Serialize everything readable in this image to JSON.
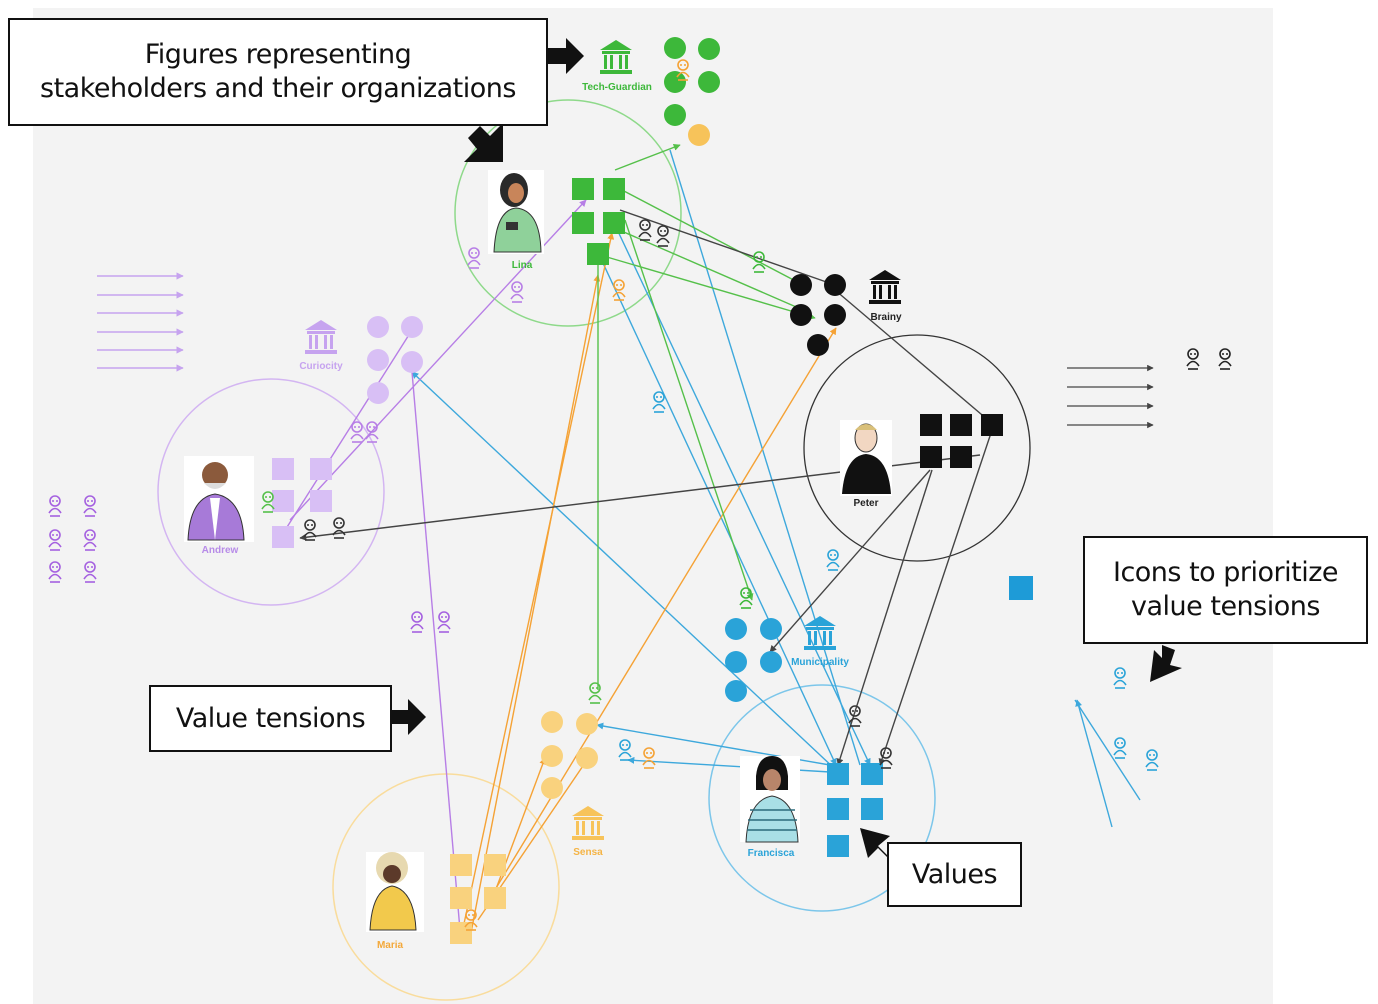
{
  "callouts": {
    "figures": "Figures representing\nstakeholders and their organizations",
    "tensions": "Value tensions",
    "icons": "Icons to prioritize\nvalue tensions",
    "values": "Values"
  },
  "stakeholders": {
    "lina": "Lina",
    "andrew": "Andrew",
    "peter": "Peter",
    "maria": "Maria",
    "francisca": "Francisca"
  },
  "organizations": {
    "tech_guardian": "Tech-Guardian",
    "curiocity": "Curiocity",
    "brainy": "Brainy",
    "municipality": "Municipality",
    "sensa": "Sensa"
  },
  "colors": {
    "board": "#f3f3f3",
    "lina": "#3db83a",
    "andrew": "#b78be8",
    "peter": "#2b2b2b",
    "maria": "#f7c35a",
    "francisca": "#2aa3d8",
    "tension_orange": "#f5a235",
    "tension_blue": "#3da8dc",
    "tension_green": "#55c04a",
    "tension_purple": "#b77ee6",
    "tension_dark": "#444444"
  },
  "icons": [
    "building-icon",
    "person-figure-icon",
    "priority-icon",
    "arrow-icon"
  ]
}
